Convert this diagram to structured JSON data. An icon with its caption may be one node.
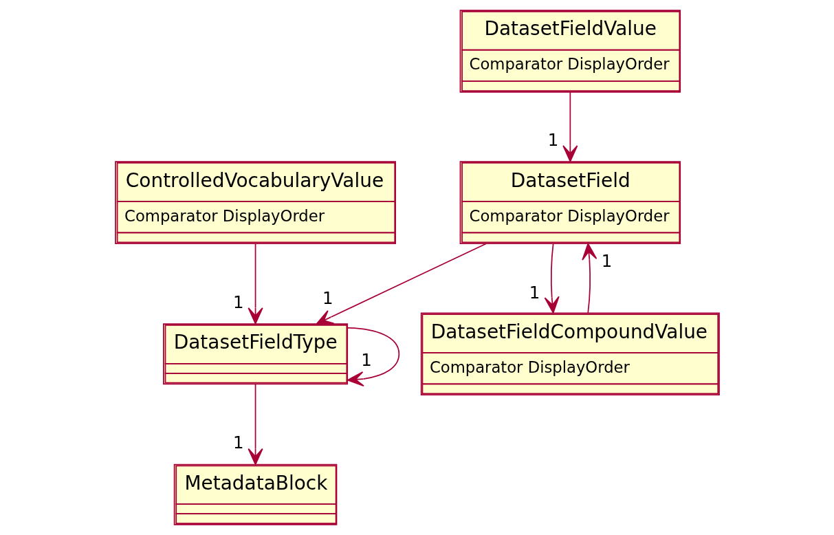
{
  "diagram": {
    "nodes": [
      {
        "text": [
          "DatasetFieldValue",
          "Comparator DisplayOrder"
        ]
      },
      {
        "text": [
          "ControlledVocabularyValue",
          "Comparator DisplayOrder"
        ]
      },
      {
        "text": [
          "DatasetField",
          "Comparator DisplayOrder"
        ]
      },
      {
        "text": [
          "DatasetFieldType"
        ]
      },
      {
        "text": [
          "DatasetFieldCompoundValue",
          "Comparator DisplayOrder"
        ]
      },
      {
        "text": [
          "MetadataBlock"
        ]
      }
    ],
    "edges": [
      {
        "from": 0,
        "to": 2,
        "arrow": "to",
        "label": "1"
      },
      {
        "from": 1,
        "to": 3,
        "arrow": "to",
        "label": "1"
      },
      {
        "from": 2,
        "to": 3,
        "arrow": "to",
        "label": "1"
      },
      {
        "from": 3,
        "to": 3,
        "arrow": "to",
        "label": "1"
      },
      {
        "from": 2,
        "to": 4,
        "arrow": "to",
        "label": "1"
      },
      {
        "from": 4,
        "to": 2,
        "arrow": "to",
        "label": "1"
      },
      {
        "from": 3,
        "to": 5,
        "arrow": "to",
        "label": "1"
      }
    ]
  }
}
